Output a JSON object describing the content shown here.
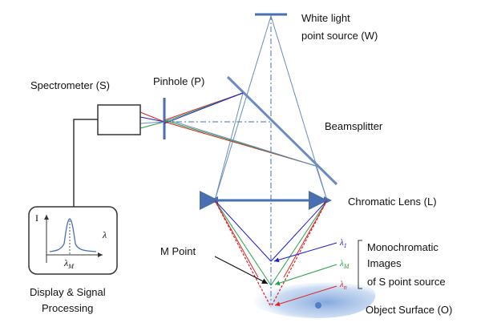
{
  "labels": {
    "white_light": [
      "White light",
      "point source (W)"
    ],
    "spectrometer": "Spectrometer (S)",
    "pinhole": "Pinhole (P)",
    "beamsplitter": "Beamsplitter",
    "chromatic_lens": "Chromatic Lens (L)",
    "m_point": "M Point",
    "mono_images": [
      "Monochromatic",
      "Images",
      "of S point source"
    ],
    "object_surface": "Object Surface (O)",
    "display": [
      "Display & Signal",
      "Processing"
    ]
  },
  "wavelengths": {
    "lambda1": {
      "symbol": "λ",
      "sub": "1"
    },
    "lambdaM": {
      "symbol": "λ",
      "sub": "M"
    },
    "lambdaN": {
      "symbol": "λ",
      "sub": "n"
    }
  },
  "inset": {
    "y_axis": "I",
    "x_axis": "λ",
    "peak": {
      "symbol": "λ",
      "sub": "M"
    }
  },
  "colors": {
    "optics": "#4a6fb0",
    "blue_ray": "#1a1adb",
    "green_ray": "#23a045",
    "red_ray": "#e02020",
    "ray_gray": "#6a8cc0",
    "box": "#333333",
    "surface": "#a9c4e8",
    "surface_dot": "#4f7fc5"
  }
}
